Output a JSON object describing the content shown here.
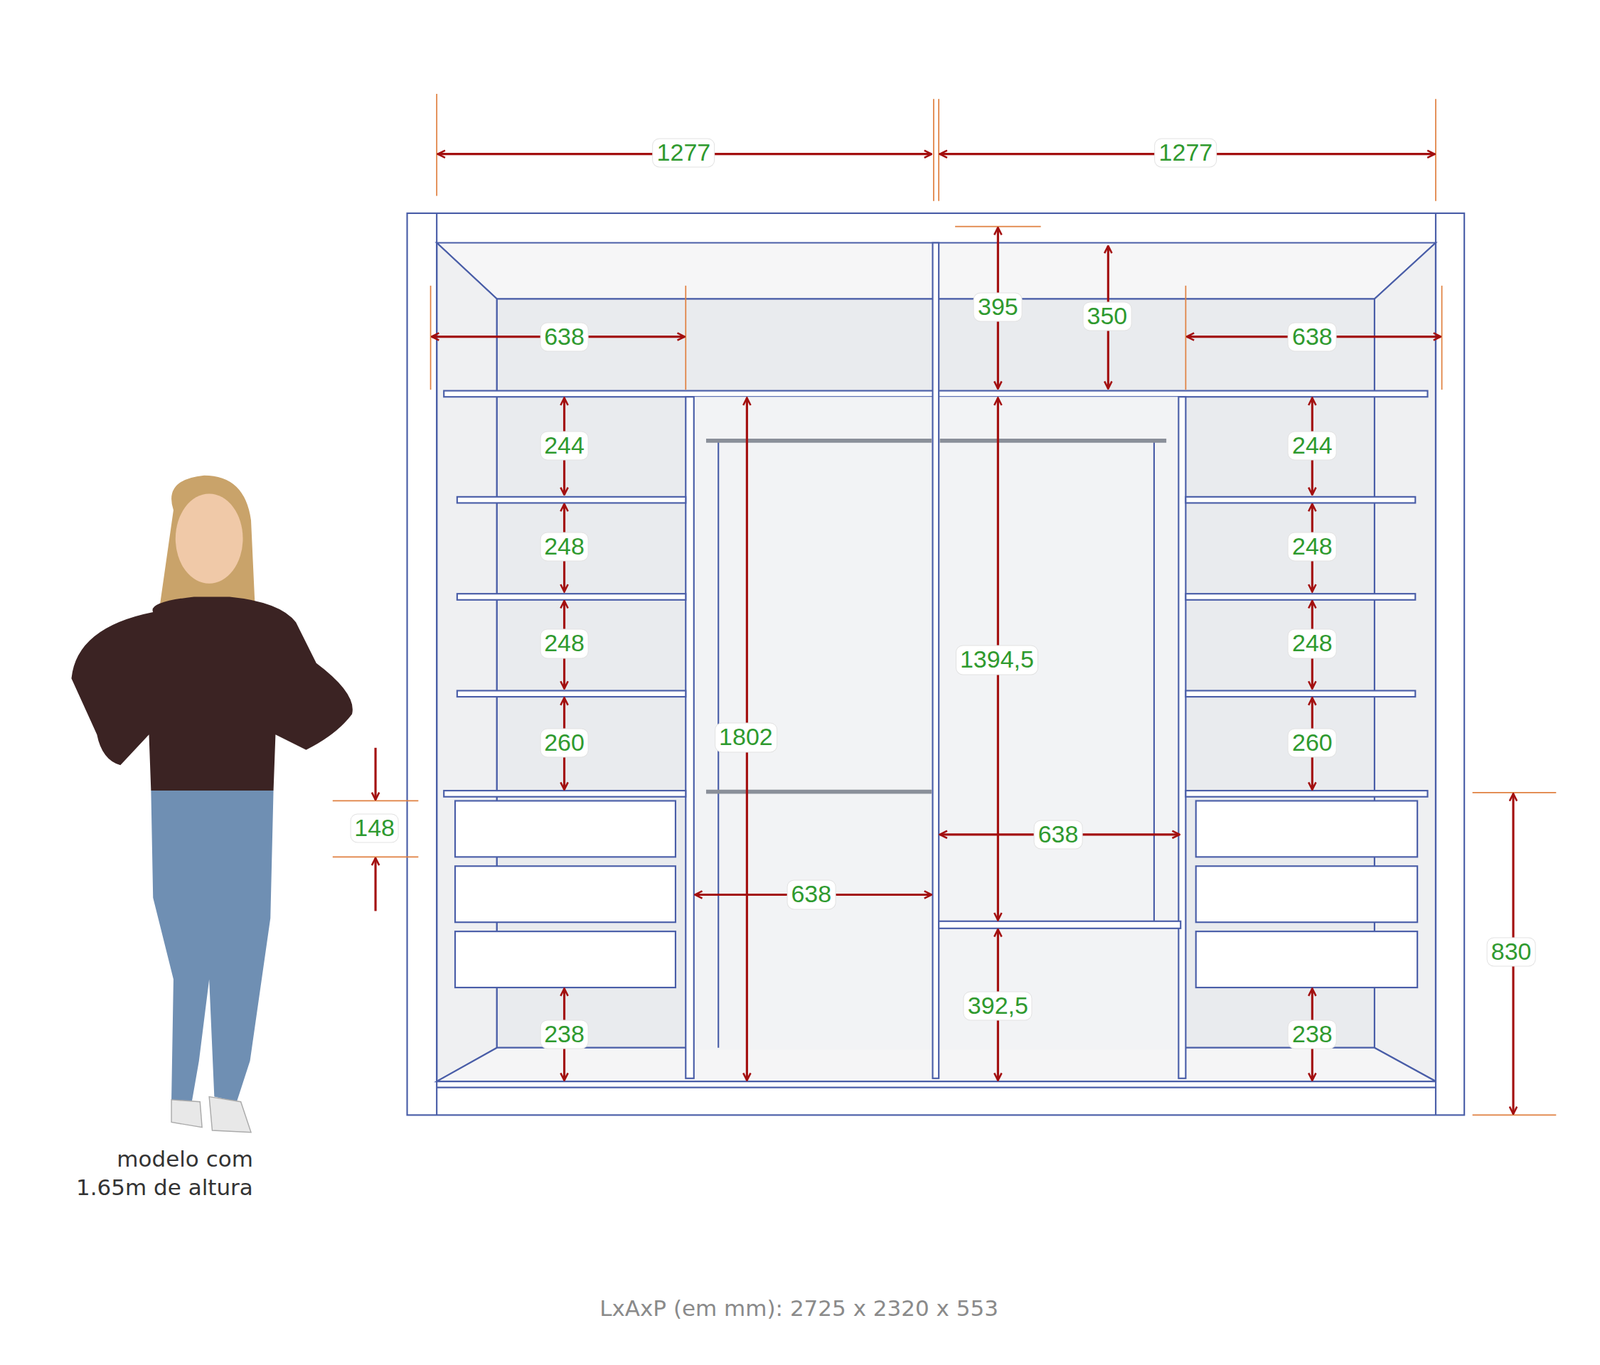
{
  "diagram": {
    "caption": "LxAxP (em mm): 2725 x 2320 x 553",
    "labels": [
      "1277",
      "1277",
      "395",
      "350",
      "638",
      "638",
      "244",
      "244",
      "248",
      "248",
      "248",
      "248",
      "260",
      "260",
      "1802",
      "1394,5",
      "148",
      "638",
      "638",
      "830",
      "238",
      "392,5",
      "238",
      "modelo com 1.65m de altura"
    ]
  }
}
